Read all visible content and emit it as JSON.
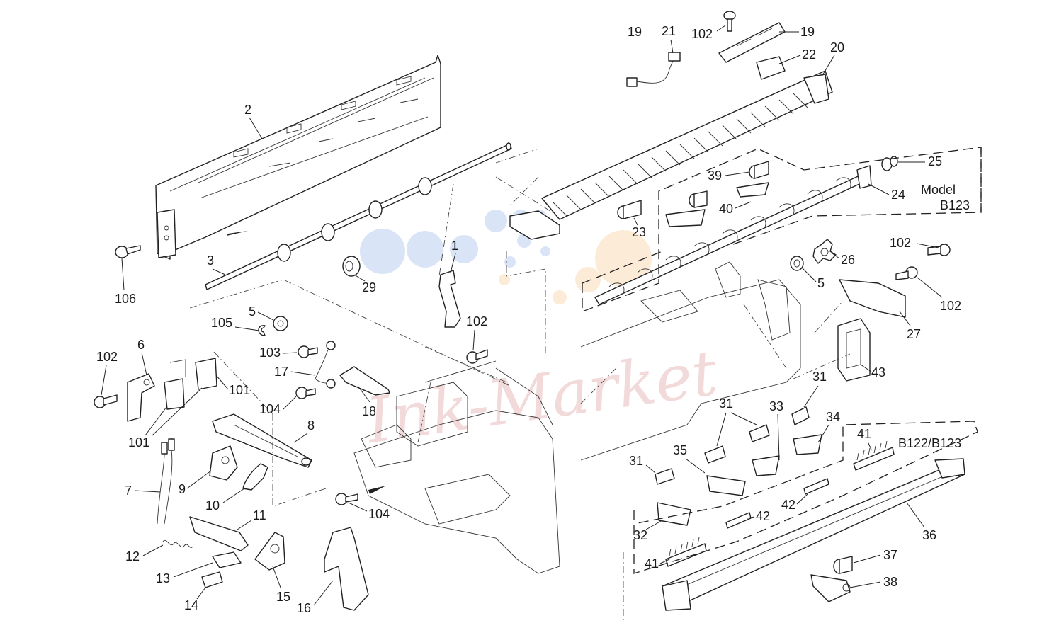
{
  "diagram": {
    "watermark": "Ink-Market",
    "boxes": {
      "model_b123": [
        "Model",
        "B123"
      ],
      "b122_b123": "B122/B123"
    },
    "callouts": [
      {
        "id": "c1",
        "text": "1"
      },
      {
        "id": "c2",
        "text": "2"
      },
      {
        "id": "c3",
        "text": "3"
      },
      {
        "id": "c5a",
        "text": "5"
      },
      {
        "id": "c5b",
        "text": "5"
      },
      {
        "id": "c6",
        "text": "6"
      },
      {
        "id": "c7",
        "text": "7"
      },
      {
        "id": "c8",
        "text": "8"
      },
      {
        "id": "c9",
        "text": "9"
      },
      {
        "id": "c10",
        "text": "10"
      },
      {
        "id": "c11",
        "text": "11"
      },
      {
        "id": "c12",
        "text": "12"
      },
      {
        "id": "c13",
        "text": "13"
      },
      {
        "id": "c14",
        "text": "14"
      },
      {
        "id": "c15",
        "text": "15"
      },
      {
        "id": "c16",
        "text": "16"
      },
      {
        "id": "c17",
        "text": "17"
      },
      {
        "id": "c18",
        "text": "18"
      },
      {
        "id": "c19a",
        "text": "19"
      },
      {
        "id": "c19b",
        "text": "19"
      },
      {
        "id": "c20",
        "text": "20"
      },
      {
        "id": "c21",
        "text": "21"
      },
      {
        "id": "c22",
        "text": "22"
      },
      {
        "id": "c23",
        "text": "23"
      },
      {
        "id": "c24",
        "text": "24"
      },
      {
        "id": "c25",
        "text": "25"
      },
      {
        "id": "c26",
        "text": "26"
      },
      {
        "id": "c27",
        "text": "27"
      },
      {
        "id": "c29",
        "text": "29"
      },
      {
        "id": "c31a",
        "text": "31"
      },
      {
        "id": "c31b",
        "text": "31"
      },
      {
        "id": "c31c",
        "text": "31"
      },
      {
        "id": "c32",
        "text": "32"
      },
      {
        "id": "c33",
        "text": "33"
      },
      {
        "id": "c34",
        "text": "34"
      },
      {
        "id": "c35",
        "text": "35"
      },
      {
        "id": "c36",
        "text": "36"
      },
      {
        "id": "c37",
        "text": "37"
      },
      {
        "id": "c38",
        "text": "38"
      },
      {
        "id": "c39",
        "text": "39"
      },
      {
        "id": "c40",
        "text": "40"
      },
      {
        "id": "c41a",
        "text": "41"
      },
      {
        "id": "c41b",
        "text": "41"
      },
      {
        "id": "c42a",
        "text": "42"
      },
      {
        "id": "c42b",
        "text": "42"
      },
      {
        "id": "c43",
        "text": "43"
      },
      {
        "id": "c101a",
        "text": "101"
      },
      {
        "id": "c101b",
        "text": "101"
      },
      {
        "id": "c102a",
        "text": "102"
      },
      {
        "id": "c102b",
        "text": "102"
      },
      {
        "id": "c102c",
        "text": "102"
      },
      {
        "id": "c102d",
        "text": "102"
      },
      {
        "id": "c102e",
        "text": "102"
      },
      {
        "id": "c103",
        "text": "103"
      },
      {
        "id": "c104a",
        "text": "104"
      },
      {
        "id": "c104b",
        "text": "104"
      },
      {
        "id": "c105",
        "text": "105"
      },
      {
        "id": "c106",
        "text": "106"
      }
    ]
  }
}
